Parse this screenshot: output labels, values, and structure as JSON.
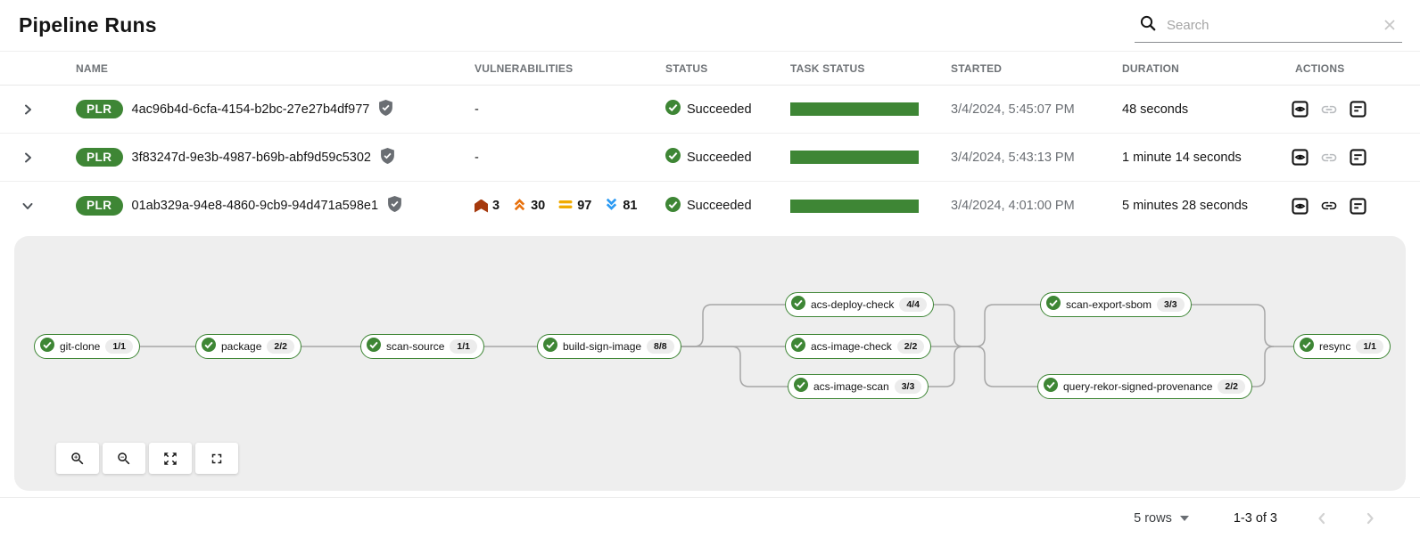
{
  "page": {
    "title": "Pipeline Runs"
  },
  "search": {
    "placeholder": "Search"
  },
  "table": {
    "headers": {
      "name": "NAME",
      "vulnerabilities": "VULNERABILITIES",
      "status": "STATUS",
      "task_status": "TASK STATUS",
      "started": "STARTED",
      "duration": "DURATION",
      "actions": "ACTIONS"
    },
    "rows": [
      {
        "badge": "PLR",
        "name": "4ac96b4d-6cfa-4154-b2bc-27e27b4df977",
        "vulnerabilities_text": "-",
        "status": "Succeeded",
        "started": "3/4/2024, 5:45:07 PM",
        "duration": "48 seconds"
      },
      {
        "badge": "PLR",
        "name": "3f83247d-9e3b-4987-b69b-abf9d59c5302",
        "vulnerabilities_text": "-",
        "status": "Succeeded",
        "started": "3/4/2024, 5:43:13 PM",
        "duration": "1 minute 14 seconds"
      },
      {
        "badge": "PLR",
        "name": "01ab329a-94e8-4860-9cb9-94d471a598e1",
        "vulnerabilities": {
          "critical": "3",
          "high": "30",
          "medium": "97",
          "low": "81"
        },
        "status": "Succeeded",
        "started": "3/4/2024, 4:01:00 PM",
        "duration": "5 minutes 28 seconds"
      }
    ]
  },
  "pipeline_graph": {
    "nodes": [
      {
        "label": "git-clone",
        "count": "1/1"
      },
      {
        "label": "package",
        "count": "2/2"
      },
      {
        "label": "scan-source",
        "count": "1/1"
      },
      {
        "label": "build-sign-image",
        "count": "8/8"
      },
      {
        "label": "acs-deploy-check",
        "count": "4/4"
      },
      {
        "label": "acs-image-check",
        "count": "2/2"
      },
      {
        "label": "acs-image-scan",
        "count": "3/3"
      },
      {
        "label": "scan-export-sbom",
        "count": "3/3"
      },
      {
        "label": "query-rekor-signed-provenance",
        "count": "2/2"
      },
      {
        "label": "resync",
        "count": "1/1"
      }
    ]
  },
  "footer": {
    "rows_per_page": "5 rows",
    "range": "1-3 of 3"
  },
  "colors": {
    "success_green": "#3e8635",
    "severity_critical": "#a5390d",
    "severity_high": "#e8710d",
    "severity_medium": "#f0ab00",
    "severity_low": "#2b9af3",
    "graph_background": "#eeeeee",
    "edge_gray": "#a6a6a6"
  }
}
